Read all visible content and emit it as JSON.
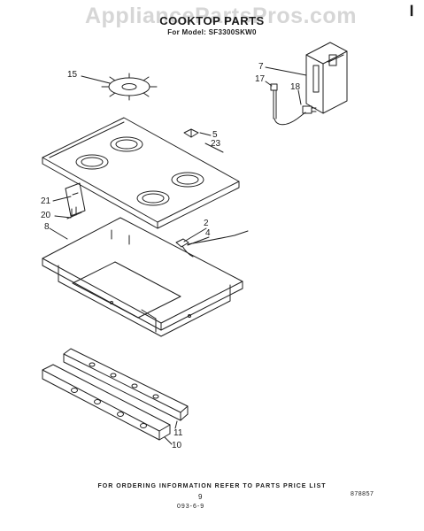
{
  "header": {
    "watermark": "AppliancePartsPros.com",
    "title": "COOKTOP PARTS",
    "model_line": "For Model: SF3300SKW0",
    "corner_mark": "❙"
  },
  "callouts": {
    "c15": "15",
    "c7": "7",
    "c17": "17",
    "c18": "18",
    "c5": "5",
    "c23": "23",
    "c21": "21",
    "c20": "20",
    "c8": "8",
    "c2": "2",
    "c4": "4",
    "c11": "11",
    "c10": "10"
  },
  "footer": {
    "note": "FOR ORDERING INFORMATION REFER TO PARTS PRICE LIST",
    "page_number": "9",
    "doc_number": "878857",
    "date_code": "093-6-9"
  },
  "colors": {
    "line": "#1f1f1f",
    "watermark": "#d6d6d6"
  }
}
